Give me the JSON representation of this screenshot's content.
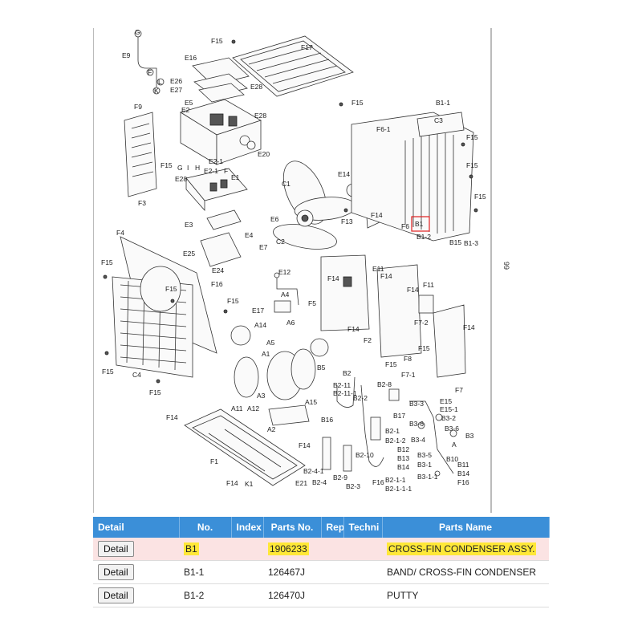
{
  "diagram": {
    "labels": {
      "G": "G",
      "E9": "E9",
      "F": "F",
      "L": "L",
      "K": "K",
      "F15": "F15",
      "F17": "F17",
      "E16": "E16",
      "E26": "E26",
      "E27": "E27",
      "E28": "E28",
      "E5": "E5",
      "E2": "E2",
      "E20": "E20",
      "E2-1": "E2-1",
      "E1": "E1",
      "I": "I",
      "H": "H",
      "F9": "F9",
      "F3": "F3",
      "C1": "C1",
      "E3": "E3",
      "E4": "E4",
      "E6": "E6",
      "E7": "E7",
      "C2": "C2",
      "F13": "F13",
      "E14": "E14",
      "F14": "F14",
      "F6-1": "F6-1",
      "F6": "F6",
      "B1": "B1",
      "B1-2": "B1-2",
      "B15": "B15",
      "B1-3": "B1-3",
      "B1-1": "B1-1",
      "C3": "C3",
      "F4": "F4",
      "F16": "F16",
      "E25": "E25",
      "E24": "E24",
      "C4": "C4",
      "E12": "E12",
      "A4": "A4",
      "E17": "E17",
      "A14": "A14",
      "A6": "A6",
      "A5": "A5",
      "A1": "A1",
      "F5": "F5",
      "E11": "E11",
      "F11": "F11",
      "F7-2": "F7-2",
      "F8": "F8",
      "F2": "F2",
      "F7-1": "F7-1",
      "F7": "F7",
      "B5": "B5",
      "A3": "A3",
      "A11": "A11",
      "A12": "A12",
      "A15": "A15",
      "A2": "A2",
      "B2": "B2",
      "B2-11": "B2-11",
      "B2-11-1": "B2-11-1",
      "B2-2": "B2-2",
      "B2-8": "B2-8",
      "B16": "B16",
      "B17": "B17",
      "B2-1": "B2-1",
      "B2-1-2": "B2-1-2",
      "B2-10": "B2-10",
      "B12": "B12",
      "B13": "B13",
      "B14": "B14",
      "B2-4-1": "B2-4-1",
      "B2-4": "B2-4",
      "B2-9": "B2-9",
      "B2-3": "B2-3",
      "B2-1-1": "B2-1-1",
      "B2-1-1-1": "B2-1-1-1",
      "E15": "E15",
      "E15-1": "E15-1",
      "B3-2": "B3-2",
      "B3-3": "B3-3",
      "B3-6": "B3-6",
      "B3-4": "B3-4",
      "B3": "B3",
      "A": "A",
      "B3-5": "B3-5",
      "B3-1": "B3-1",
      "B3-1-1": "B3-1-1",
      "B10": "B10",
      "B11": "B11",
      "F1": "F1",
      "K1": "K1",
      "E21": "E21"
    }
  },
  "side_page_number": "99",
  "table": {
    "headers": {
      "detail": "Detail",
      "no": "No.",
      "index": "Index",
      "parts_no": "Parts No.",
      "rep": "Rep",
      "technical": "Techni",
      "parts_name": "Parts Name"
    },
    "rows": [
      {
        "detail": "Detail",
        "no": "B1",
        "index": "",
        "parts_no": "1906233",
        "rep": "",
        "technical": "",
        "parts_name": "CROSS-FIN CONDENSER ASSY.",
        "selected": true
      },
      {
        "detail": "Detail",
        "no": "B1-1",
        "index": "",
        "parts_no": "126467J",
        "rep": "",
        "technical": "",
        "parts_name": "BAND/ CROSS-FIN CONDENSER",
        "selected": false
      },
      {
        "detail": "Detail",
        "no": "B1-2",
        "index": "",
        "parts_no": "126470J",
        "rep": "",
        "technical": "",
        "parts_name": "PUTTY",
        "selected": false
      }
    ]
  },
  "colors": {
    "header_bg": "#3b8fd8",
    "selected_row_bg": "#fbe3e3",
    "highlight": "#ffe838",
    "callout_box": "#e02020"
  }
}
